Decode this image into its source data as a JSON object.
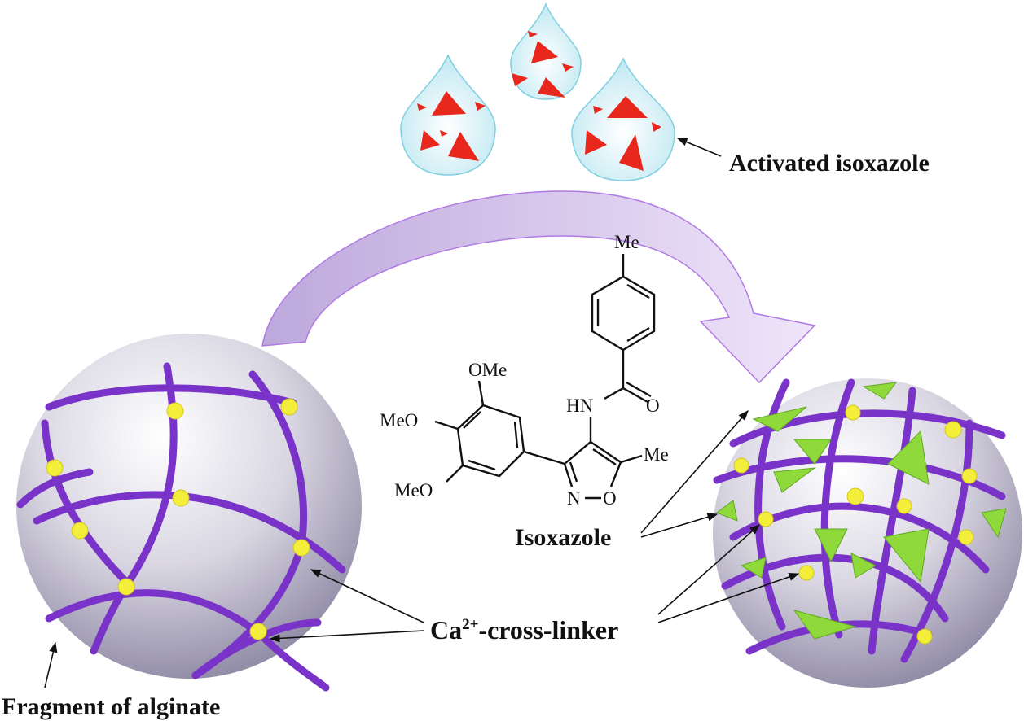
{
  "labels": {
    "activated": "Activated isoxazole",
    "isoxazole": "Isoxazole",
    "crosslinker_prefix": "Ca",
    "crosslinker_sup": "2+",
    "crosslinker_suffix": "-cross-linker",
    "alginate": "Fragment of alginate"
  },
  "molecule": {
    "me_top": "Me",
    "ome_top": "OMe",
    "meo_left": "MeO",
    "meo_bottom": "MeO",
    "hn": "HN",
    "o_carbonyl": "O",
    "me_right": "Me",
    "n_ring": "N",
    "o_ring": "O"
  },
  "colors": {
    "fiber": "#7a33c9",
    "node": "#f2ee3a",
    "drug": "#e8281c",
    "loaded": "#8fd93a"
  }
}
